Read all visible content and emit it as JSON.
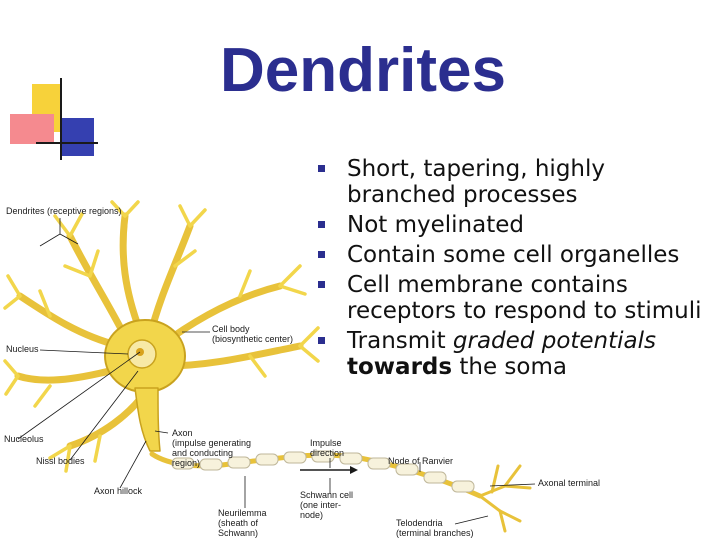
{
  "slide": {
    "title": "Dendrites",
    "bullets": [
      {
        "text": "Short, tapering, highly branched processes"
      },
      {
        "text": "Not myelinated"
      },
      {
        "text": "Contain some cell organelles"
      },
      {
        "text": "Cell membrane contains receptors to respond to stimuli"
      },
      {
        "pre": "Transmit ",
        "italic": "graded potentials",
        "bold": "towards",
        "post": " the soma"
      }
    ]
  },
  "diagram": {
    "labels": {
      "dendrites": "Dendrites (receptive regions)",
      "cell_body": "Cell body",
      "cell_body_sub": "(biosynthetic center)",
      "nucleus": "Nucleus",
      "nucleolus": "Nucleolus",
      "nissl": "Nissl bodies",
      "axon_hillock": "Axon hillock",
      "axon": "Axon",
      "axon_sub1": "(impulse generating",
      "axon_sub2": "and conducting",
      "axon_sub3": "region)",
      "impulse": "Impulse",
      "impulse2": "direction",
      "ranvier": "Node of Ranvier",
      "schwann1": "Schwann cell",
      "schwann2": "(one inter-",
      "schwann3": "node)",
      "terminal": "Axonal terminal",
      "neurilemma1": "Neurilemma",
      "neurilemma2": "(sheath of",
      "neurilemma3": "Schwann)",
      "telodendria1": "Telodendria",
      "telodendria2": "(terminal branches)"
    },
    "colors": {
      "title": "#2b2e8f",
      "neuron_fill": "#f2d64b",
      "neuron_stroke": "#c9a21e",
      "deco_yellow": "#f7d23a",
      "deco_red": "#f2595a",
      "deco_blue": "#2e3aa8"
    }
  }
}
